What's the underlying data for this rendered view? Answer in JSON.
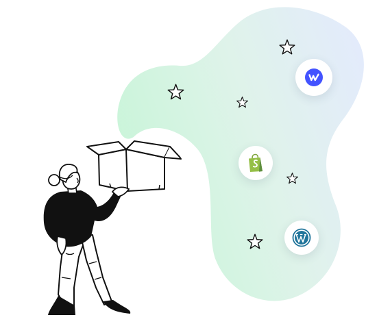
{
  "illustration": {
    "blob_gradient": [
      "#c8f5d8",
      "#dff3ea",
      "#e3ebfb"
    ],
    "ink_color": "#111111",
    "platform_badges": [
      {
        "name": "webflow-logo",
        "icon": "webflow-icon",
        "letter": "w",
        "color": "#4353ff"
      },
      {
        "name": "shopify-logo",
        "icon": "shopify-bag-icon",
        "letter": "S",
        "color": "#95bf47"
      },
      {
        "name": "wordpress-logo",
        "icon": "wordpress-icon",
        "letter": "W",
        "color": "#21759b"
      }
    ],
    "decorations": [
      "star-icon",
      "star-icon",
      "star-icon",
      "star-icon",
      "star-icon",
      "star-icon"
    ]
  }
}
